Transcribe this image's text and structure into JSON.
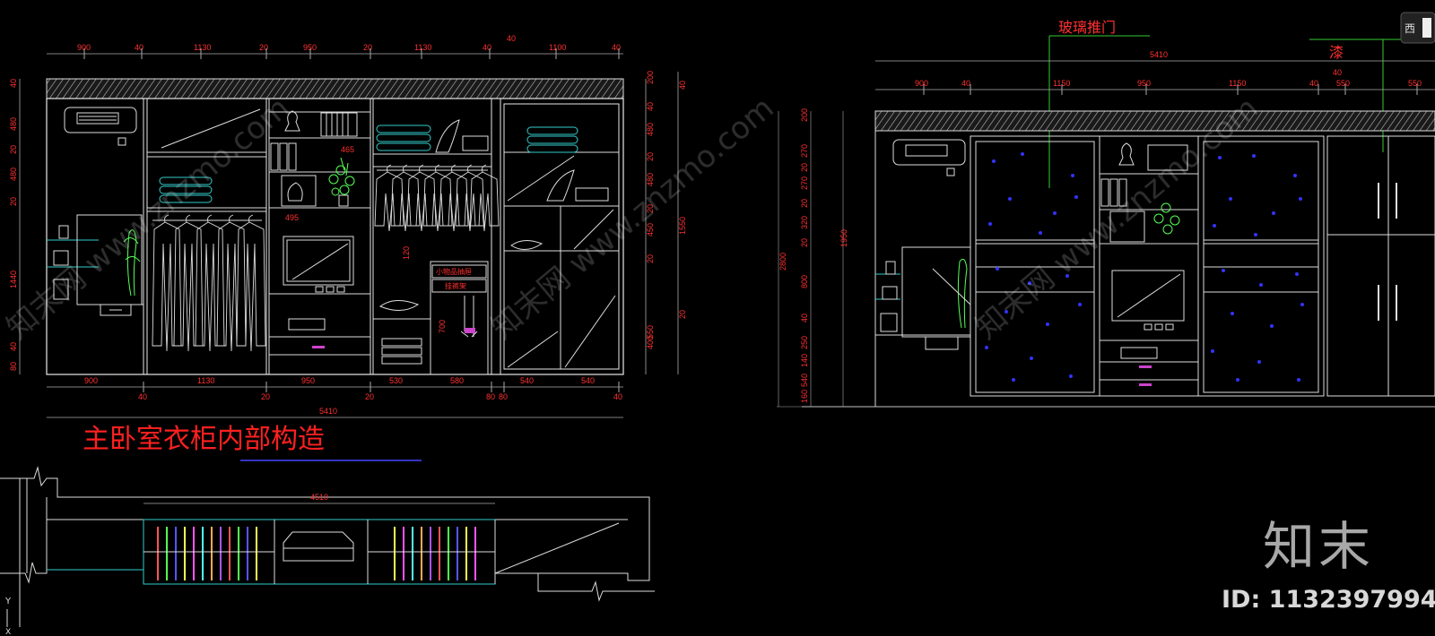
{
  "left_elevation": {
    "top_dims": [
      "900",
      "40",
      "1130",
      "20",
      "950",
      "20",
      "1130",
      "40",
      "1100",
      "40"
    ],
    "top_extra": "40",
    "bottom_dims": [
      "900",
      "1130",
      "950",
      "530",
      "580",
      "540",
      "540"
    ],
    "bottom_small": [
      "40",
      "20",
      "20",
      "80",
      "80",
      "40"
    ],
    "total_width": "5410",
    "left_heights": [
      "40",
      "480",
      "20",
      "480",
      "20",
      "1440",
      "40",
      "80"
    ],
    "right_heights": [
      "200",
      "40",
      "480",
      "20",
      "480",
      "20",
      "450",
      "20",
      "550",
      "400"
    ],
    "right_outer": [
      "40",
      "1550",
      "20"
    ],
    "inner_dims": [
      "465",
      "495",
      "120",
      "700"
    ],
    "panel_label_1": "小物品抽屉",
    "panel_label_2": "挂裤架"
  },
  "title": "主卧室衣柜内部构造",
  "plan": {
    "width": "4510"
  },
  "right_elevation": {
    "label_glass": "玻璃推门",
    "label_paint": "漆",
    "corner_text": "西",
    "total_width": "5410",
    "top_dims": [
      "900",
      "40",
      "1150",
      "950",
      "1150",
      "40",
      "550",
      "550"
    ],
    "top_small": "40",
    "left_heights": [
      "200",
      "270",
      "20",
      "270",
      "20",
      "320",
      "20",
      "800",
      "40",
      "250",
      "140",
      "540",
      "160"
    ],
    "outer_heights": [
      "2800",
      "1950"
    ]
  },
  "watermark": {
    "logo": "知末",
    "id_text": "ID: 1132397994"
  }
}
